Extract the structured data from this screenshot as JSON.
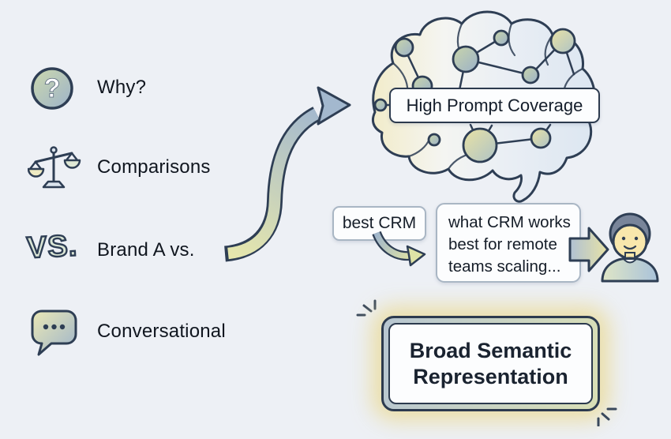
{
  "canvas": {
    "background": "#edf0f5",
    "outline_color": "#2e3e54",
    "accent_sage": "#cdd8ac",
    "accent_steel": "#9fb5cc",
    "accent_cream": "#f1ecca",
    "glow_color": "#e9d88e"
  },
  "left_menu": {
    "items": [
      {
        "id": "why",
        "icon": "question-circle-icon",
        "glyph": "?",
        "label": "Why?"
      },
      {
        "id": "comparisons",
        "icon": "scales-icon",
        "label": "Comparisons"
      },
      {
        "id": "brand-vs",
        "icon": "vs-icon",
        "glyph": "VS.",
        "label": "Brand A vs."
      },
      {
        "id": "conversational",
        "icon": "speech-bubble-icon",
        "label": "Conversational"
      }
    ]
  },
  "brain": {
    "label": "High Prompt Coverage"
  },
  "query_flow": {
    "short_query": "best CRM",
    "long_query": "what CRM works best for remote teams scaling...",
    "long_query_lines": [
      "what CRM works",
      "best for remote",
      "teams scaling..."
    ]
  },
  "result_box": {
    "lines": [
      "Broad Semantic",
      "Representation"
    ]
  }
}
